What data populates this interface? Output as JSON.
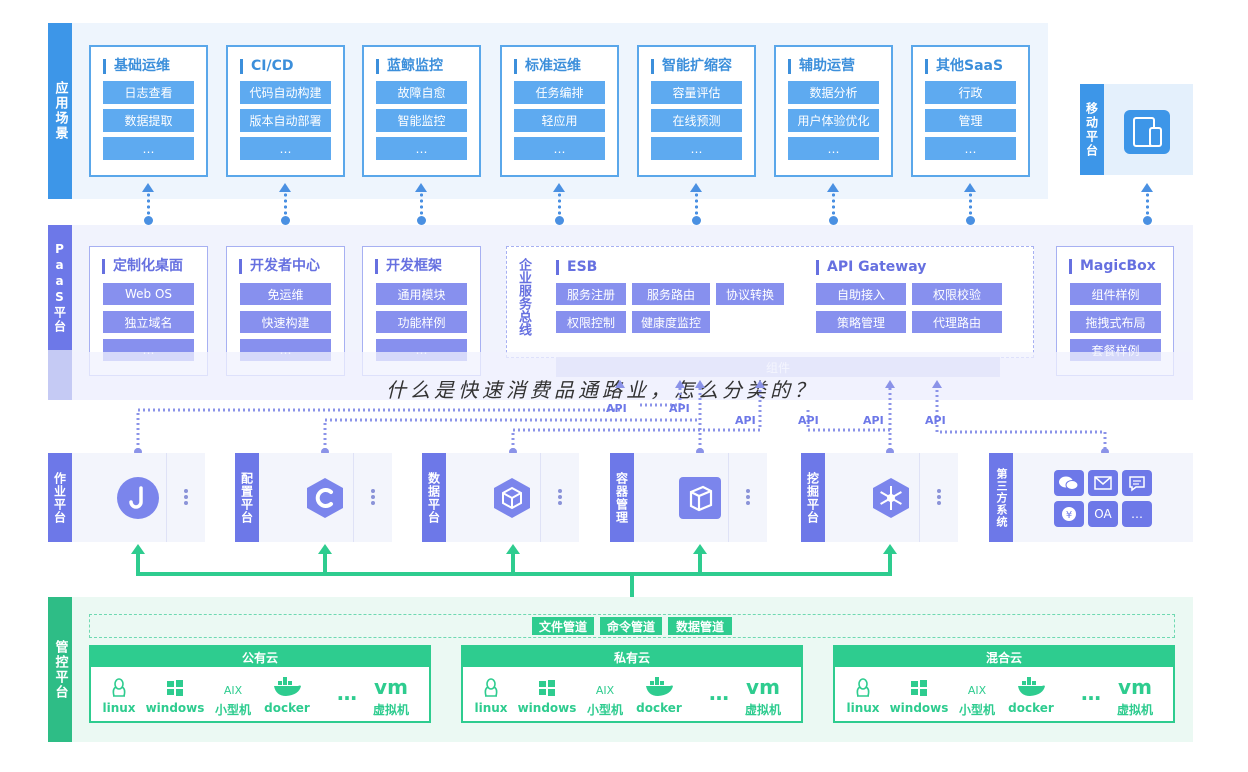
{
  "layers": {
    "app": "应用场景",
    "paas": "PaaS平台",
    "mobile": "移动平台",
    "control": "管控平台"
  },
  "app_cards": [
    {
      "title": "基础运维",
      "items": [
        "日志查看",
        "数据提取",
        "…"
      ]
    },
    {
      "title": "CI/CD",
      "items": [
        "代码自动构建",
        "版本自动部署",
        "…"
      ]
    },
    {
      "title": "蓝鲸监控",
      "items": [
        "故障自愈",
        "智能监控",
        "…"
      ]
    },
    {
      "title": "标准运维",
      "items": [
        "任务编排",
        "轻应用",
        "…"
      ]
    },
    {
      "title": "智能扩缩容",
      "items": [
        "容量评估",
        "在线预测",
        "…"
      ]
    },
    {
      "title": "辅助运营",
      "items": [
        "数据分析",
        "用户体验优化",
        "…"
      ]
    },
    {
      "title": "其他SaaS",
      "items": [
        "行政",
        "管理",
        "…"
      ]
    }
  ],
  "paas_cards": [
    {
      "title": "定制化桌面",
      "items": [
        "Web OS",
        "独立域名",
        "…"
      ]
    },
    {
      "title": "开发者中心",
      "items": [
        "免运维",
        "快速构建",
        "…"
      ]
    },
    {
      "title": "开发框架",
      "items": [
        "通用模块",
        "功能样例",
        "…"
      ]
    }
  ],
  "esb": {
    "side_label": "企业服务总线",
    "esb_title": "ESB",
    "esb_items": [
      "服务注册",
      "服务路由",
      "协议转换",
      "权限控制",
      "健康度监控"
    ],
    "api_title": "API Gateway",
    "api_items": [
      "自助接入",
      "权限校验",
      "策略管理",
      "代理路由"
    ],
    "component_bar": "组件"
  },
  "magicbox": {
    "title": "MagicBox",
    "items": [
      "组件样例",
      "拖拽式布局",
      "套餐样例"
    ]
  },
  "overlay_text": "什么是快速消费品通路业，怎么分类的？",
  "api_labels": [
    "API",
    "API",
    "API",
    "API",
    "API",
    "API"
  ],
  "platforms": [
    {
      "label": "作业平台",
      "icon": "J"
    },
    {
      "label": "配置平台",
      "icon": "C"
    },
    {
      "label": "数据平台",
      "icon": "cube"
    },
    {
      "label": "容器管理",
      "icon": "box"
    },
    {
      "label": "挖掘平台",
      "icon": "snow"
    }
  ],
  "third_party": {
    "label": "第三方系统",
    "icons": [
      "wechat",
      "mail",
      "chat",
      "yen",
      "OA",
      "…"
    ],
    "oa": "OA",
    "more": "…"
  },
  "pipelines": [
    "文件管道",
    "命令管道",
    "数据管道"
  ],
  "clouds": [
    {
      "title": "公有云"
    },
    {
      "title": "私有云"
    },
    {
      "title": "混合云"
    }
  ],
  "cloud_items": [
    "linux",
    "windows",
    "小型机",
    "docker",
    "…",
    "虚拟机"
  ],
  "cloud_aix": "AIX",
  "cloud_vm": "vm",
  "colors": {
    "blue": "#3c8fdb",
    "purple": "#6d78e8",
    "green": "#2ecc8f"
  }
}
